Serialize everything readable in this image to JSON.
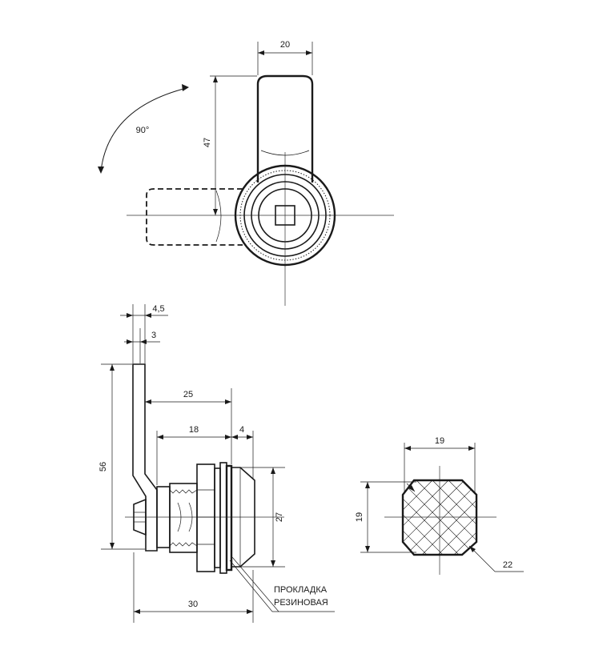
{
  "colors": {
    "line": "#1a1a1a",
    "background": "#ffffff"
  },
  "front_view": {
    "dim_width": "20",
    "dim_height": "47",
    "rotation_angle": "90°"
  },
  "side_view": {
    "dim_thickness_outer": "4,5",
    "dim_thickness_inner": "3",
    "dim_cam_offset": "25",
    "dim_body_length": "18",
    "dim_gasket": "4",
    "dim_cam_height": "56",
    "dim_head_diameter": "27",
    "dim_total_length": "30",
    "gasket_label_line1": "ПРОКЛАДКА",
    "gasket_label_line2": "РЕЗИНОВАЯ"
  },
  "cutout_view": {
    "dim_width": "19",
    "dim_height": "19",
    "dim_diameter": "22"
  }
}
